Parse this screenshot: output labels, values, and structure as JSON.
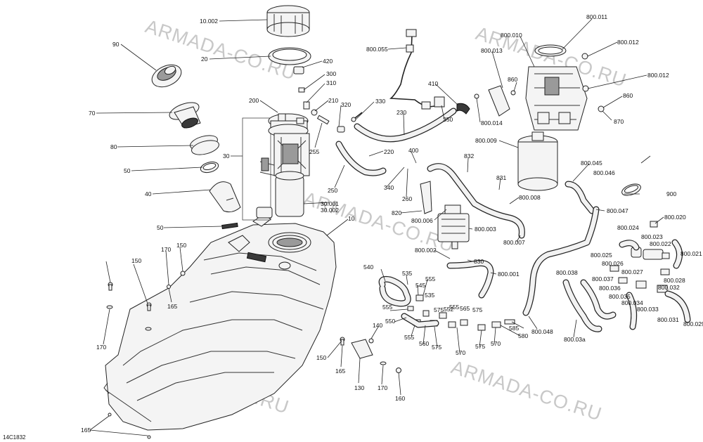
{
  "watermark": "ARMADA-CO.RU",
  "diagram_code": "14C1832",
  "parts": {
    "p10_002": "10.002",
    "p20": "20",
    "p90": "90",
    "p70": "70",
    "p80": "80",
    "p50a": "50",
    "p40": "40",
    "p50b": "50",
    "p30": "30",
    "p200": "200",
    "p420": "420",
    "p300": "300",
    "p310": "310",
    "p210": "210",
    "p320": "320",
    "p330": "330",
    "p255": "255",
    "p230": "230",
    "p220": "220",
    "p250": "250",
    "p30_001": "30.001",
    "p30_002": "30.002",
    "p10": "10",
    "p800_055": "800.055",
    "p410": "410",
    "p350": "350",
    "p800_013": "800.013",
    "p800_010": "800.010",
    "p800_011": "800.011",
    "p800_012a": "800.012",
    "p800_012b": "800.012",
    "p860a": "860",
    "p860b": "860",
    "p870": "870",
    "p800_014": "800.014",
    "p800_009": "800.009",
    "p400": "400",
    "p832": "832",
    "p831": "831",
    "p800_008": "800.008",
    "p340": "340",
    "p260": "260",
    "p820": "820",
    "p800_006": "800.006",
    "p800_003": "800.003",
    "p800_007": "800.007",
    "p800_045": "800.045",
    "p800_046": "800.046",
    "p900": "900",
    "p800_047": "800.047",
    "p800_020": "800.020",
    "p800_024": "800.024",
    "p800_023": "800.023",
    "p800_025": "800.025",
    "p800_022": "800.022",
    "p800_021": "800.021",
    "p800_026": "800.026",
    "p800_027": "800.027",
    "p800_037": "800.037",
    "p800_038": "800.038",
    "p800_028": "800.028",
    "p800_036": "800.036",
    "p800_032": "800.032",
    "p800_035": "800.035",
    "p800_034": "800.034",
    "p800_033": "800.033",
    "p800_031": "800.031",
    "p800_029": "800.029",
    "p800_03a": "800.03a",
    "p800_002": "800.002",
    "p830": "830",
    "p800_001": "800.001",
    "p800_048": "800.048",
    "p585": "585",
    "p580": "580",
    "p575a": "575",
    "p575b": "575",
    "p575c": "575",
    "p575d": "575",
    "p570a": "570",
    "p570b": "570",
    "p565": "565",
    "p560": "560",
    "p555a": "555",
    "p555b": "555",
    "p555c": "555",
    "p555d": "555",
    "p552": "552",
    "p550": "550",
    "p545": "545",
    "p540": "540",
    "p535a": "535",
    "p535b": "535",
    "p170a": "170",
    "p150a": "150",
    "p150b": "150",
    "p165a": "165",
    "p170b": "170",
    "p150c": "150",
    "p165b": "165",
    "p140": "140",
    "p130": "130",
    "p170c": "170",
    "p160": "160",
    "p165c": "165"
  }
}
